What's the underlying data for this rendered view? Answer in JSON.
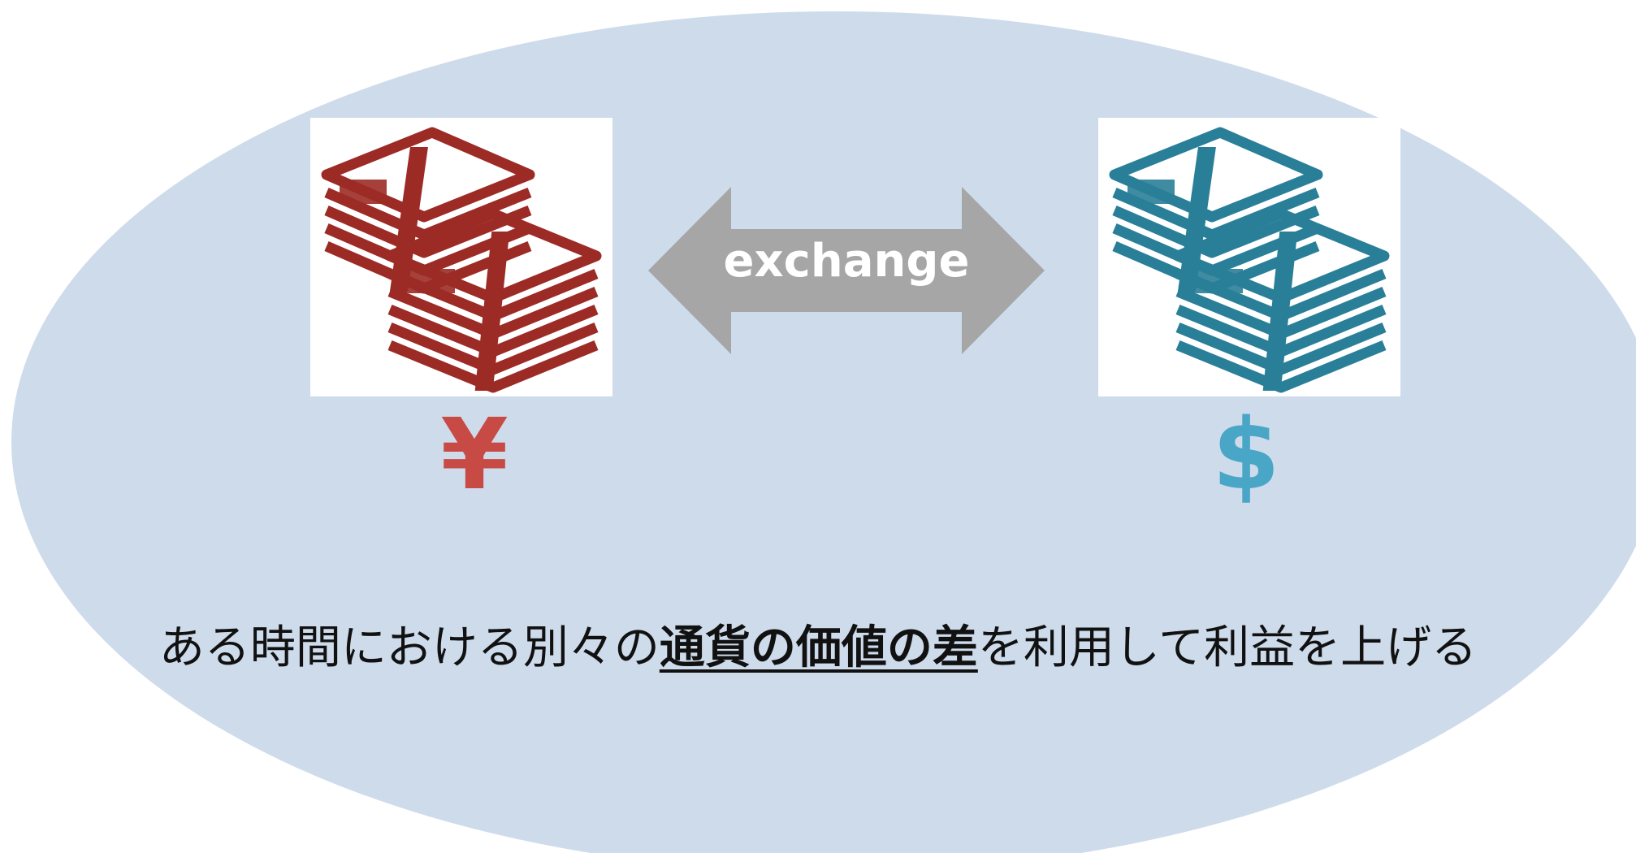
{
  "diagram": {
    "left_currency": {
      "symbol": "¥",
      "color": "#c84a45",
      "icon": "money-stack-icon",
      "icon_color": "#9c2b26"
    },
    "right_currency": {
      "symbol": "$",
      "color": "#49a6c6",
      "icon": "money-stack-icon",
      "icon_color": "#2a7f98"
    },
    "arrow": {
      "label": "exchange",
      "color": "#a6a6a6",
      "icon": "double-arrow-icon"
    },
    "caption": {
      "before": "ある時間における別々の",
      "emphasis": "通貨の価値の差",
      "after": "を利用して利益を上げる"
    },
    "background_color": "#cddbeb"
  }
}
